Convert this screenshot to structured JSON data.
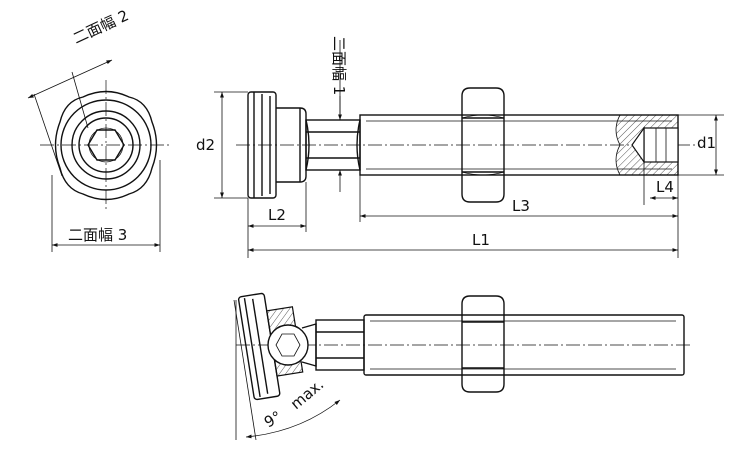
{
  "labels": {
    "width_across_flats_2": "二面幅 2",
    "width_across_flats_3": "二面幅 3",
    "width_across_flats_1": "二面幅 1",
    "d2": "d2",
    "d1": "d1",
    "L1": "L1",
    "L2": "L2",
    "L3": "L3",
    "L4": "L4",
    "angle": "9°",
    "max": "max."
  }
}
